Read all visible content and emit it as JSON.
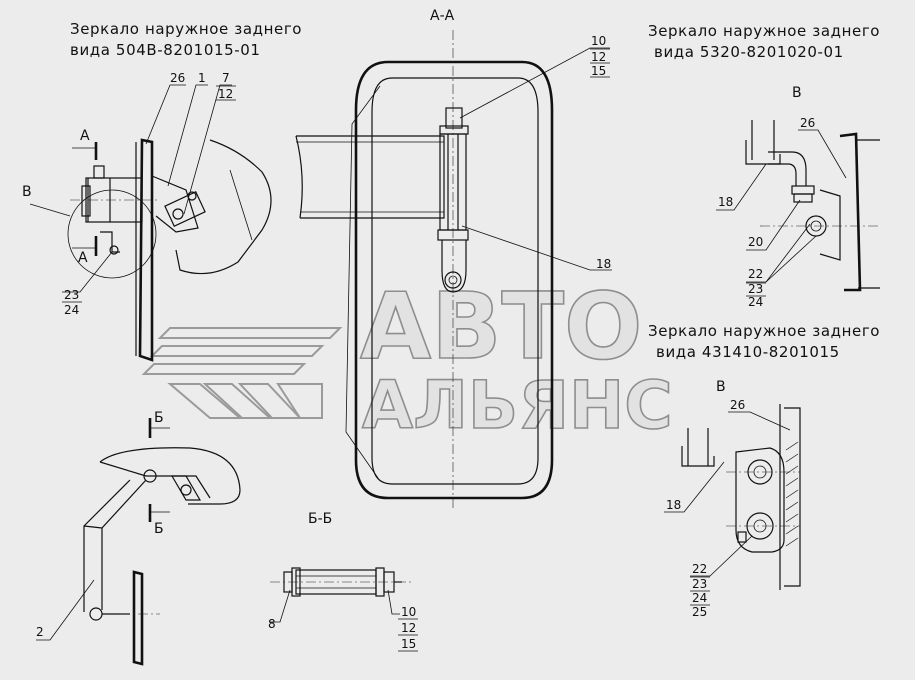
{
  "titles": {
    "mirror1_line1": "Зеркало наружное заднего",
    "mirror1_line2": "вида 504В-8201015-01",
    "mirror2_line1": "Зеркало наружное заднего",
    "mirror2_line2": "вида 5320-8201020-01",
    "mirror3_line1": "Зеркало наружное заднего",
    "mirror3_line2": "вида 431410-8201015"
  },
  "sections": {
    "aa": "А-А",
    "bb": "Б-Б",
    "view_b1": "В",
    "view_b2": "В",
    "view_b_left": "В",
    "mark_a_top": "А",
    "mark_a_bottom": "А",
    "mark_b_top": "Б",
    "mark_b_bottom": "Б"
  },
  "callouts": {
    "c26_left": "26",
    "c1": "1",
    "c7": "7",
    "c12_left": "12",
    "c23_left": "23",
    "c24_left": "24",
    "c2": "2",
    "c10_aa": "10",
    "c12_aa": "12",
    "c15_aa": "15",
    "c18_aa": "18",
    "c8": "8",
    "c10_bb": "10",
    "c12_bb": "12",
    "c15_bb": "15",
    "c26_r1": "26",
    "c18_r1": "18",
    "c20_r1": "20",
    "c22_r1": "22",
    "c23_r1": "23",
    "c24_r1": "24",
    "c26_r2": "26",
    "c18_r2": "18",
    "c22_r2": "22",
    "c23_r2": "23",
    "c24_r2": "24",
    "c25_r2": "25"
  },
  "watermark": {
    "line1": "АВТО",
    "line2": "АЛЬЯНС"
  }
}
